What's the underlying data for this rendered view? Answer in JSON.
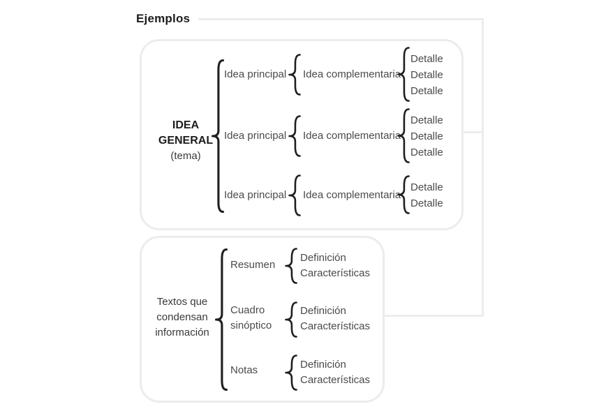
{
  "page": {
    "title": "Ejemplos"
  },
  "colors": {
    "connector": "#ececec",
    "box_border": "#ececec",
    "brace": "#1f1f1f",
    "heading_text": "#1c1c1c",
    "node_text": "#4a4a4a"
  },
  "box1": {
    "root": {
      "line1": "IDEA",
      "line2": "GENERAL",
      "line3": "(tema)"
    },
    "branches": [
      {
        "label": "Idea principal",
        "child": "Idea complementaria",
        "details": [
          "Detalle",
          "Detalle",
          "Detalle"
        ]
      },
      {
        "label": "Idea principal",
        "child": "Idea complementaria",
        "details": [
          "Detalle",
          "Detalle",
          "Detalle"
        ]
      },
      {
        "label": "Idea principal",
        "child": "Idea complementaria",
        "details": [
          "Detalle",
          "Detalle"
        ]
      }
    ]
  },
  "box2": {
    "root": {
      "line1": "Textos que",
      "line2": "condensan",
      "line3": "información"
    },
    "branches": [
      {
        "label_lines": [
          "Resumen"
        ],
        "details": [
          "Definición",
          "Características"
        ]
      },
      {
        "label_lines": [
          "Cuadro",
          "sinóptico"
        ],
        "details": [
          "Definición",
          "Características"
        ]
      },
      {
        "label_lines": [
          "Notas"
        ],
        "details": [
          "Definición",
          "Características"
        ]
      }
    ]
  }
}
